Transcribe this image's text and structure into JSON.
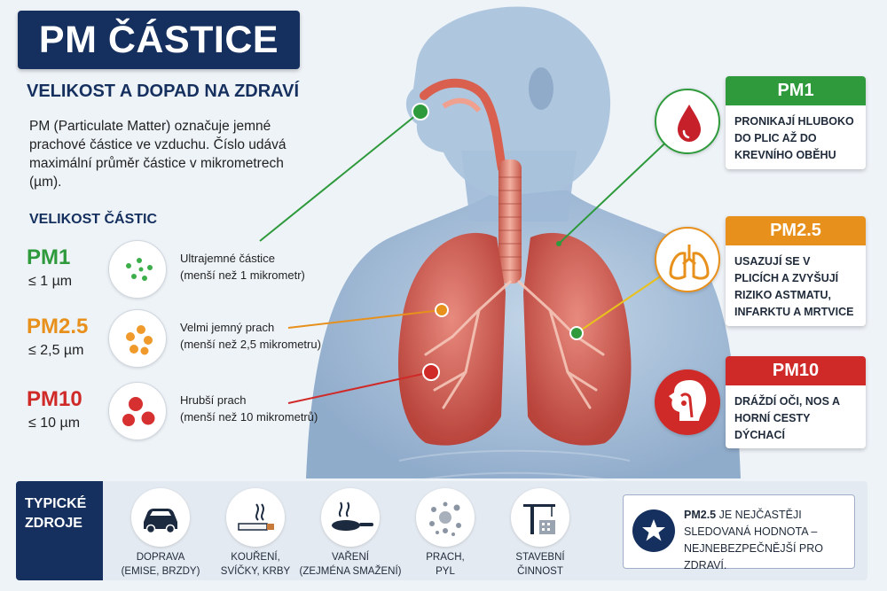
{
  "title": "PM ČÁSTICE",
  "subtitle": "VELIKOST A DOPAD NA ZDRAVÍ",
  "intro": "PM (Particulate Matter) označuje jemné prachové částice ve vzduchu. Číslo udává maximální průměr částice v mikrometrech (µm).",
  "sizes_heading": "VELIKOST ČÁSTIC",
  "sizes": [
    {
      "name": "PM1",
      "limit": "≤ 1 µm",
      "desc1": "Ultrajemné částice",
      "desc2": "(menší než 1 mikrometr)",
      "color": "#2e9a3c"
    },
    {
      "name": "PM2.5",
      "limit": "≤ 2,5 µm",
      "desc1": "Velmi jemný prach",
      "desc2": "(menší než 2,5 mikrometru)",
      "color": "#e8901c"
    },
    {
      "name": "PM10",
      "limit": "≤ 10 µm",
      "desc1": "Hrubší prach",
      "desc2": "(menší než 10 mikrometrů)",
      "color": "#d02a28"
    }
  ],
  "cards": [
    {
      "title": "PM1",
      "text": "PRONIKAJÍ HLUBOKO DO PLIC AŽ DO KREVNÍHO OBĚHU",
      "color": "#2e9a3c",
      "icon": "blood-drop-icon"
    },
    {
      "title": "PM2.5",
      "text": "USAZUJÍ SE V PLICÍCH A ZVYŠUJÍ RIZIKO ASTMATU, INFARKTU A MRTVICE",
      "color": "#e8901c",
      "icon": "lungs-icon"
    },
    {
      "title": "PM10",
      "text": "DRÁŽDÍ OČI, NOS A HORNÍ CESTY DÝCHACÍ",
      "color": "#d02a28",
      "icon": "head-airway-icon"
    }
  ],
  "sources_label": "TYPICKÉ ZDROJE",
  "sources": [
    {
      "line1": "DOPRAVA",
      "line2": "(EMISE, BRZDY)",
      "icon": "car-icon"
    },
    {
      "line1": "KOUŘENÍ,",
      "line2": "SVÍČKY, KRBY",
      "icon": "cigarette-icon"
    },
    {
      "line1": "VAŘENÍ",
      "line2": "(ZEJMÉNA SMAŽENÍ)",
      "icon": "frying-pan-icon"
    },
    {
      "line1": "PRACH,",
      "line2": "PYL",
      "icon": "dust-pollen-icon"
    },
    {
      "line1": "STAVEBNÍ",
      "line2": "ČINNOST",
      "icon": "construction-crane-icon"
    }
  ],
  "note": {
    "bold": "PM2.5",
    "text": " JE NEJČASTĚJI SLEDOVANÁ HODNOTA – NEJNEBEZPEČNĚJŠÍ PRO ZDRAVÍ.",
    "icon": "star-icon"
  }
}
